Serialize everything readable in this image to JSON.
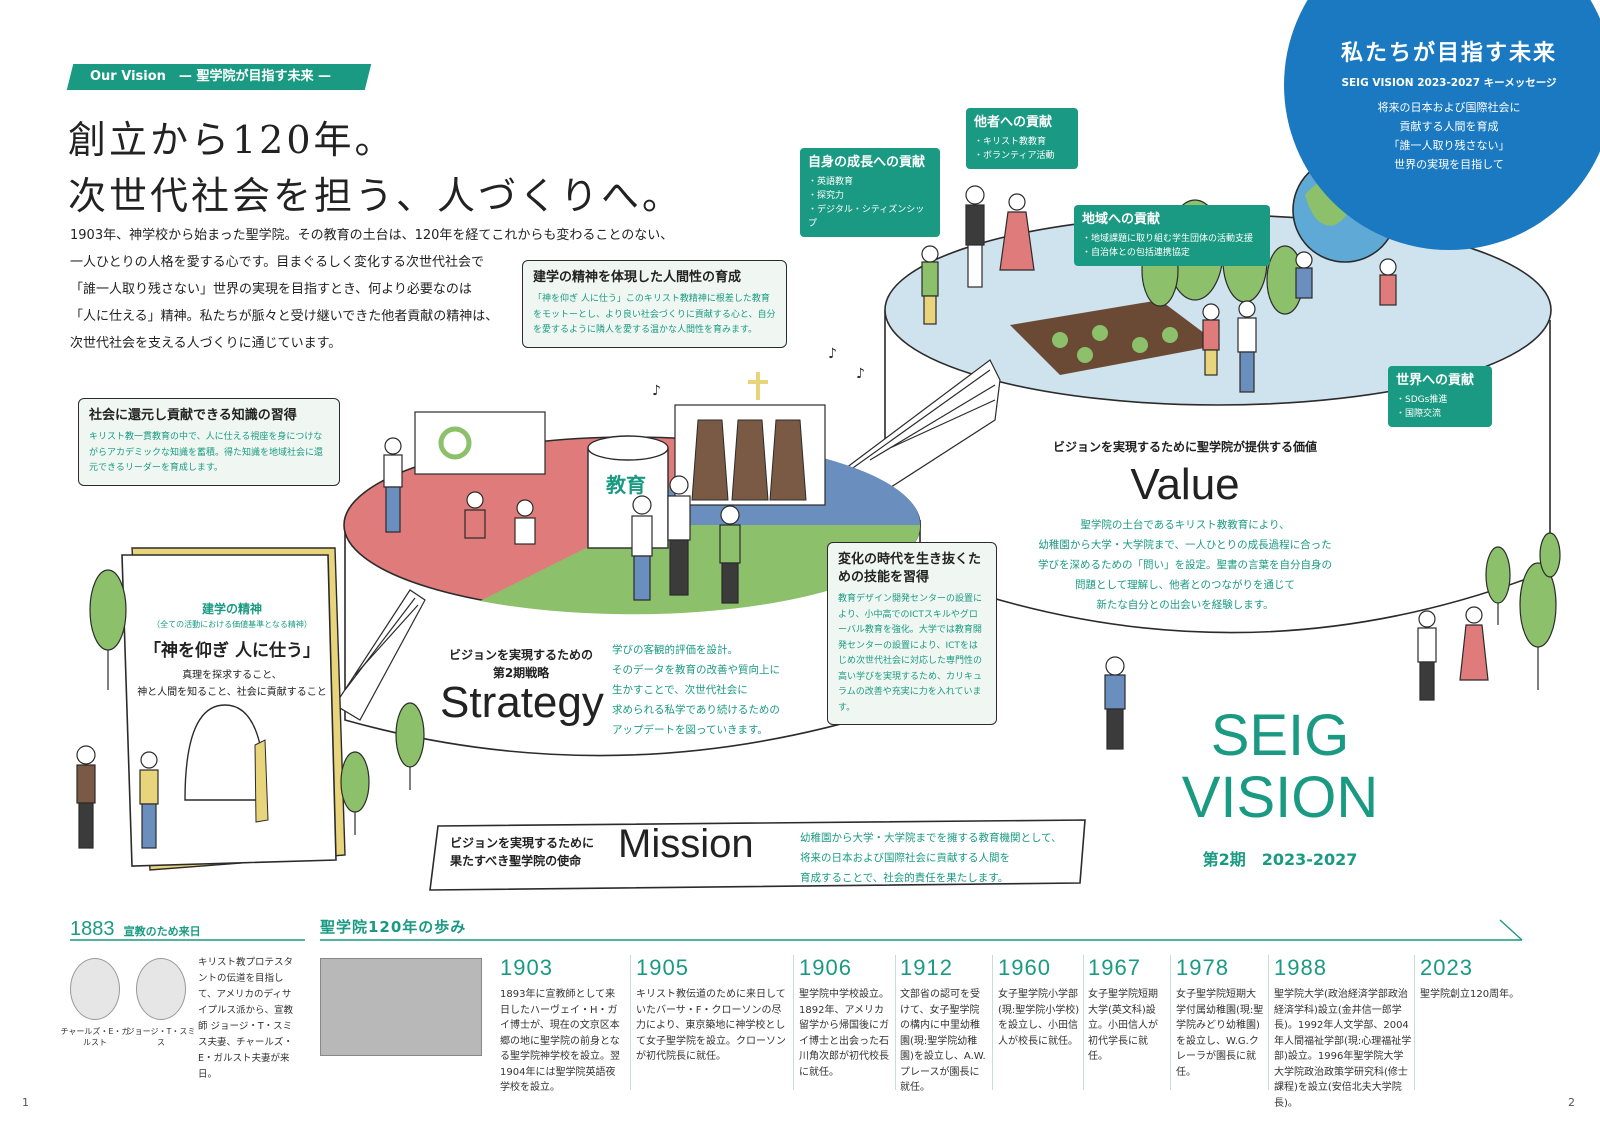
{
  "tag": {
    "text": "Our Vision　— 聖学院が目指す未来 —"
  },
  "headline": {
    "line1": "創立から120年。",
    "line2": "次世代社会を担う、人づくりへ。"
  },
  "intro": {
    "lines": [
      "1903年、神学校から始まった聖学院。その教育の土台は、120年を経てこれからも変わることのない、",
      "一人ひとりの人格を愛する心です。目まぐるしく変化する次世代社会で",
      "「誰一人取り残さない」世界の実現を目指すとき、何より必要なのは",
      "「人に仕える」精神。私たちが脈々と受け継いできた他者貢献の精神は、",
      "次世代社会を支える人づくりに通じています。"
    ]
  },
  "circle": {
    "title": "私たちが目指す未来",
    "subtitle": "SEIG VISION 2023-2027 キーメッセージ",
    "lines": [
      "将来の日本および国際社会に",
      "貢献する人間を育成",
      "「誰一人取り残さない」",
      "世界の実現を目指して"
    ]
  },
  "contrib": {
    "self": {
      "title": "自身の成長への貢献",
      "items": [
        "英語教育",
        "探究力",
        "デジタル・シティズンシップ"
      ]
    },
    "others": {
      "title": "他者への貢献",
      "items": [
        "キリスト教教育",
        "ボランティア活動"
      ]
    },
    "local": {
      "title": "地域への貢献",
      "items": [
        "地域課題に取り組む学生団体の活動支援",
        "自治体との包括連携協定"
      ]
    },
    "world": {
      "title": "世界への貢献",
      "items": [
        "SDGs推進",
        "国際交流"
      ]
    }
  },
  "balloons": {
    "humanity": {
      "title": "建学の精神を体現した人間性の育成",
      "body": "「神を仰ぎ 人に仕う」このキリスト教精神に根差した教育をモットーとし、より良い社会づくりに貢献する心と、自分を愛するように隣人を愛する温かな人間性を育みます。"
    },
    "knowledge": {
      "title": "社会に還元し貢献できる知識の習得",
      "body": "キリスト教一貫教育の中で、人に仕える視座を身につけながらアカデミックな知識を蓄積。得た知識を地域社会に還元できるリーダーを育成します。"
    },
    "skills": {
      "title": "変化の時代を生き抜くための技能を習得",
      "body": "教育デザイン開発センターの設置により、小中高でのICTスキルやグローバル教育を強化。大学では教育開発センターの設置により、ICTをはじめ次世代社会に対応した専門性の高い学びを実現するため、カリキュラムの改善や充実に力を入れています。"
    }
  },
  "education_label": "教育",
  "book": {
    "head": "建学の精神",
    "sub": "（全ての活動における価値基準となる精神）",
    "motto": "「神を仰ぎ 人に仕う」",
    "body1": "真理を探求すること、",
    "body2": "神と人間を知ること、社会に貢献すること"
  },
  "value": {
    "head": "ビジョンを実現するために聖学院が提供する価値",
    "word": "Value",
    "lines": [
      "聖学院の土台であるキリスト教教育により、",
      "幼稚園から大学・大学院まで、一人ひとりの成長過程に合った",
      "学びを深めるための「問い」を設定。聖書の言葉を自分自身の",
      "問題として理解し、他者とのつながりを通じて",
      "新たな自分との出会いを経験します。"
    ]
  },
  "strategy": {
    "head1": "ビジョンを実現するための",
    "head2": "第2期戦略",
    "word": "Strategy",
    "lines": [
      "学びの客観的評価を設計。",
      "そのデータを教育の改善や質向上に",
      "生かすことで、次世代社会に",
      "求められる私学であり続けるための",
      "アップデートを図っていきます。"
    ]
  },
  "mission": {
    "head1": "ビジョンを実現するために",
    "head2": "果たすべき聖学院の使命",
    "word": "Mission",
    "lines": [
      "幼稚園から大学・大学院までを擁する教育機関として、",
      "将来の日本および国際社会に貢献する人間を",
      "育成することで、社会的責任を果たします。"
    ]
  },
  "seig": {
    "line1": "SEIG",
    "line2": "VISION",
    "period": "第2期　2023-2027"
  },
  "history_left": {
    "year": "1883",
    "label": "宣教のため来日",
    "body": "キリスト教プロテスタントの伝道を目指して、アメリカのディサイプルス派から、宣教師 ジョージ・T・スミス夫妻、チャールズ・E・ガルスト夫妻が来日。",
    "person1": "チャールズ・E・ガルスト",
    "person2": "ジョージ・T・スミス"
  },
  "timeline": {
    "title": "聖学院120年の歩み",
    "entries": [
      {
        "year": "1903",
        "text": "1893年に宣教師として来日したハーヴェイ・H・ガイ博士が、現在の文京区本郷の地に聖学院の前身となる聖学院神学校を設立。翌1904年には聖学院英語夜学校を設立。"
      },
      {
        "year": "1905",
        "text": "キリスト教伝道のために来日していたバーサ・F・クローソンの尽力により、東京築地に神学校として女子聖学院を設立。クローソンが初代院長に就任。"
      },
      {
        "year": "1906",
        "text": "聖学院中学校設立。1892年、アメリカ留学から帰国後にガイ博士と出会った石川角次郎が初代校長に就任。"
      },
      {
        "year": "1912",
        "text": "文部省の認可を受けて、女子聖学院の構内に中里幼稚園(現:聖学院幼稚園)を設立し、A.W.プレースが園長に就任。"
      },
      {
        "year": "1960",
        "text": "女子聖学院小学部(現:聖学院小学校)を設立し、小田信人が校長に就任。"
      },
      {
        "year": "1967",
        "text": "女子聖学院短期大学(英文科)設立。小田信人が初代学長に就任。"
      },
      {
        "year": "1978",
        "text": "女子聖学院短期大学付属幼稚園(現:聖学院みどり幼稚園)を設立し、W.G.クレーラが園長に就任。"
      },
      {
        "year": "1988",
        "text": "聖学院大学(政治経済学部政治経済学科)設立(金井信一郎学長)。1992年人文学部、2004年人間福祉学部(現:心理福祉学部)設立。1996年聖学院大学大学院政治政策学研究科(修士課程)を設立(安倍北夫大学院長)。"
      },
      {
        "year": "2023",
        "text": "聖学院創立120周年。"
      }
    ]
  },
  "page_numbers": {
    "left": "1",
    "right": "2"
  },
  "colors": {
    "teal": "#1a9a82",
    "blue": "#1a79c0",
    "pink": "#e07b7b",
    "green": "#8dc06a",
    "slate": "#6a8fbf",
    "platform": "#cfe3ee"
  }
}
